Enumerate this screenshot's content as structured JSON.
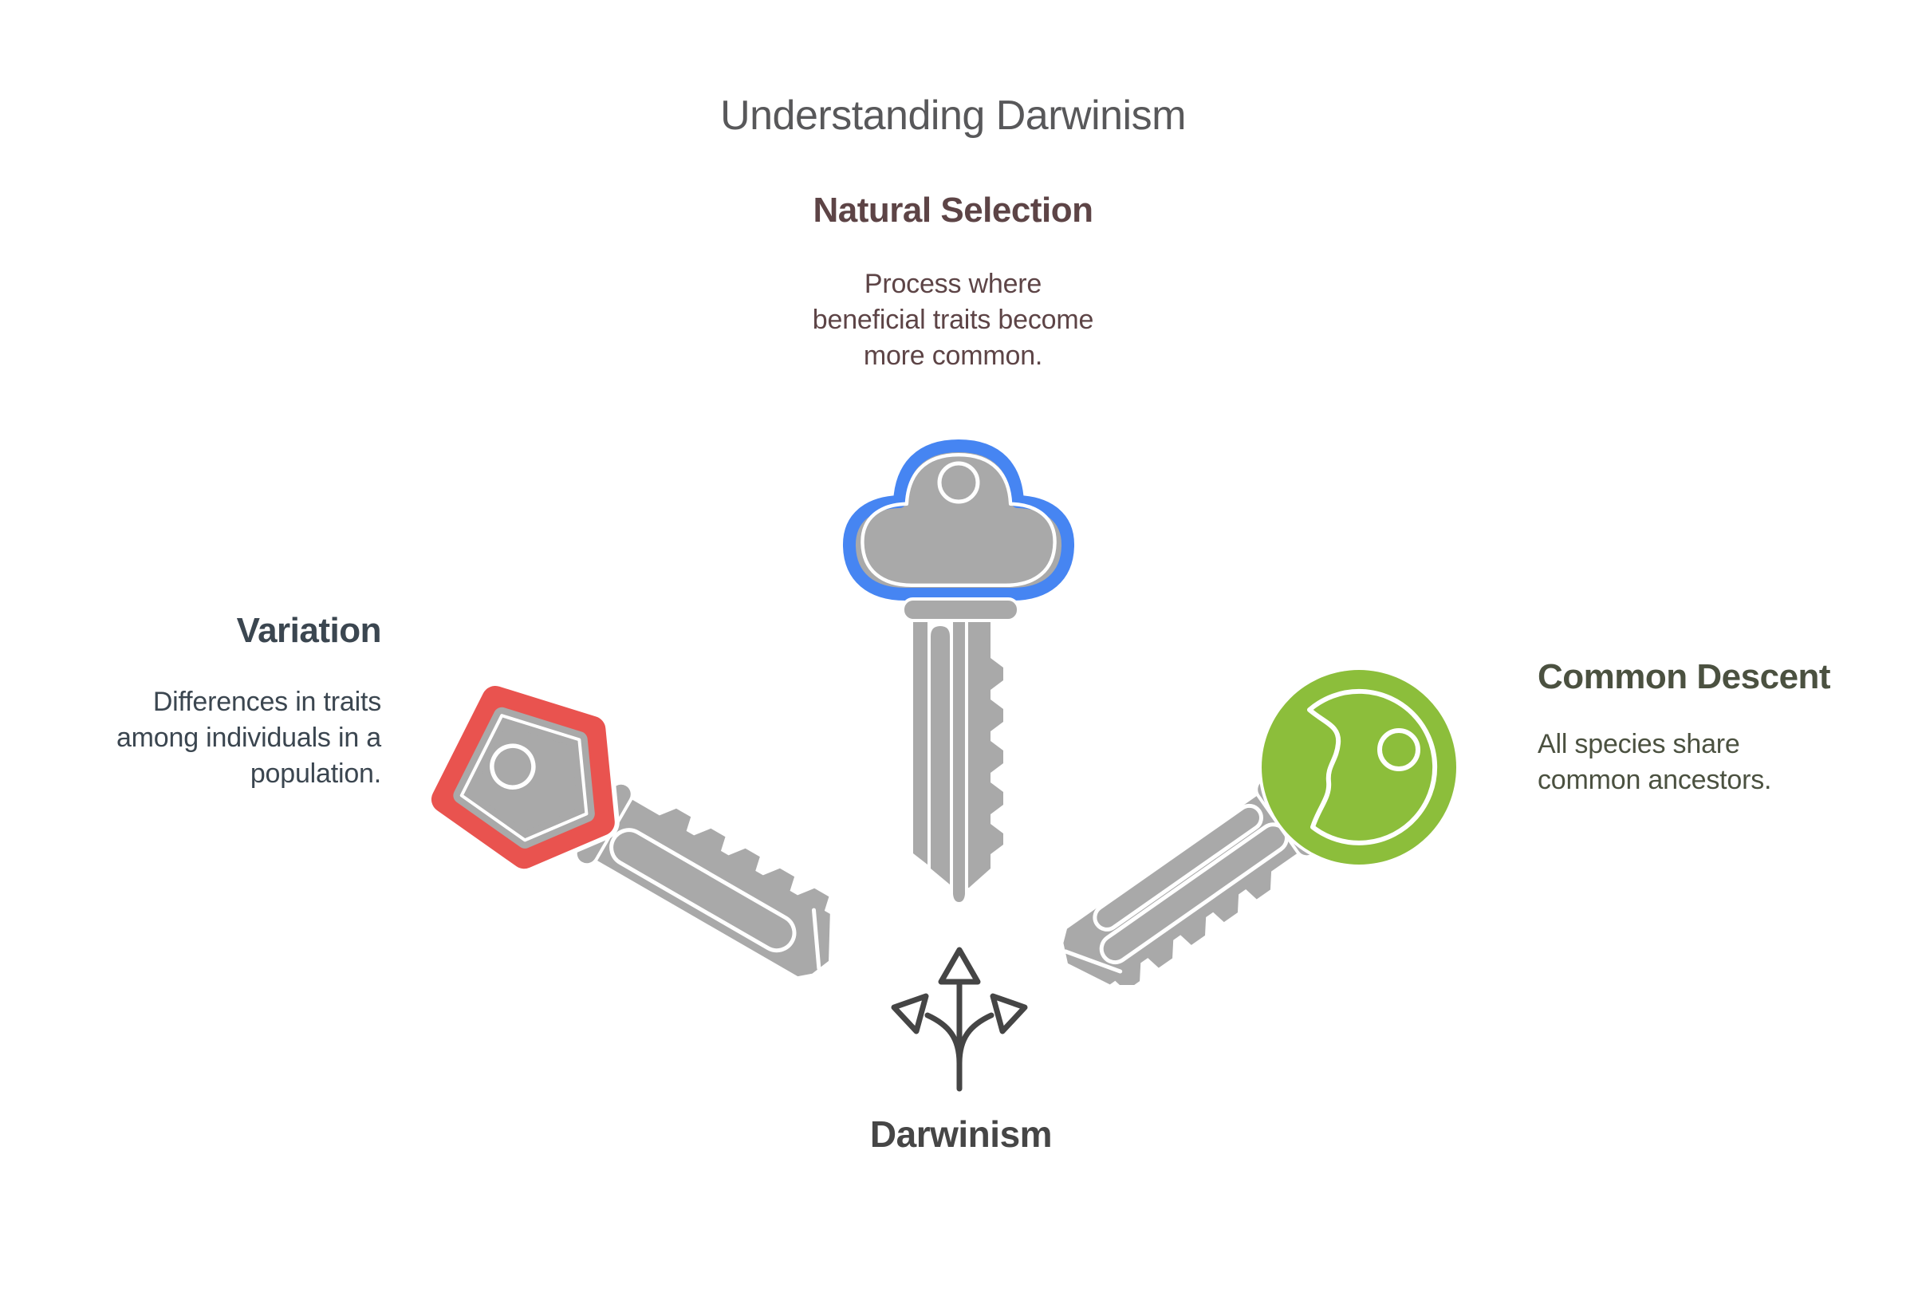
{
  "page": {
    "title": "Understanding Darwinism"
  },
  "center": {
    "label": "Darwinism",
    "icon": "three-way-arrows-icon"
  },
  "concepts": [
    {
      "id": "natural-selection",
      "position": "top",
      "title": "Natural Selection",
      "desc_lines": [
        "Process where",
        "beneficial traits become",
        "more common."
      ],
      "accent": "#4685F2",
      "key_style": "cloud-head-key"
    },
    {
      "id": "variation",
      "position": "left",
      "title": "Variation",
      "desc_lines": [
        "Differences in traits",
        "among individuals in a",
        "population."
      ],
      "accent": "#E9534F",
      "key_style": "pentagon-head-key"
    },
    {
      "id": "common-descent",
      "position": "right",
      "title": "Common Descent",
      "desc_lines": [
        "All species share",
        "common ancestors."
      ],
      "accent": "#8CBE3B",
      "key_style": "circle-head-key"
    }
  ],
  "colors": {
    "background": "#FFFFFF",
    "key_gray": "#A9A9A9",
    "title_text": "#58585A",
    "ns_text": "#5D4446",
    "variation_text": "#3B4650",
    "cd_text": "#4B5140",
    "darwinism_text": "#464646",
    "arrow_stroke": "#454545"
  }
}
